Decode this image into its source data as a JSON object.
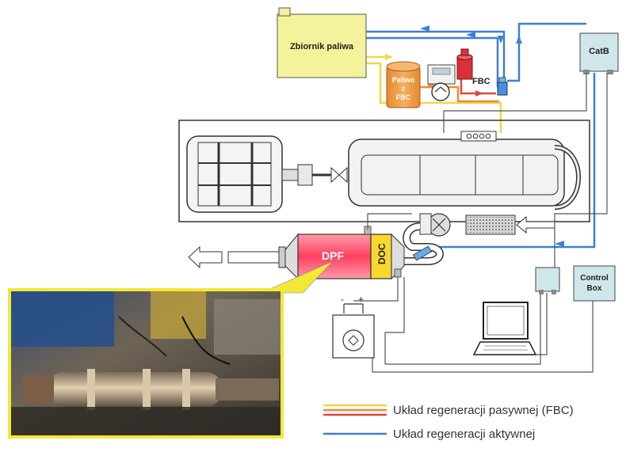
{
  "labels": {
    "fuel_tank": "Zbiornik paliwa",
    "fbc_tank_line1": "Paliwo",
    "fbc_tank_line2": "z",
    "fbc_tank_line3": "FBC",
    "fbc": "FBC",
    "catb": "CatB",
    "control_box_line1": "Control",
    "control_box_line2": "Box",
    "dpf": "DPF",
    "doc": "DOC",
    "battery_minus": "-",
    "battery_plus": "+"
  },
  "legend": {
    "passive": "Układ regeneracji pasywnej (FBC)",
    "active": "Układ regeneracji aktywnej"
  },
  "colors": {
    "fuel_tank_fill": "#f4f29a",
    "fbc_tank_fill": "#ef9b40",
    "fbc_red": "#d9303a",
    "blue_line": "#3f7fd0",
    "yellow_line": "#f3d64a",
    "orange_line": "#ef8a3a",
    "red_line": "#e2473c",
    "catb_fill": "#cfe6ea",
    "dpf_fill": "#ff5070",
    "doc_fill": "#f8d830",
    "photo_border": "#f2e838"
  }
}
